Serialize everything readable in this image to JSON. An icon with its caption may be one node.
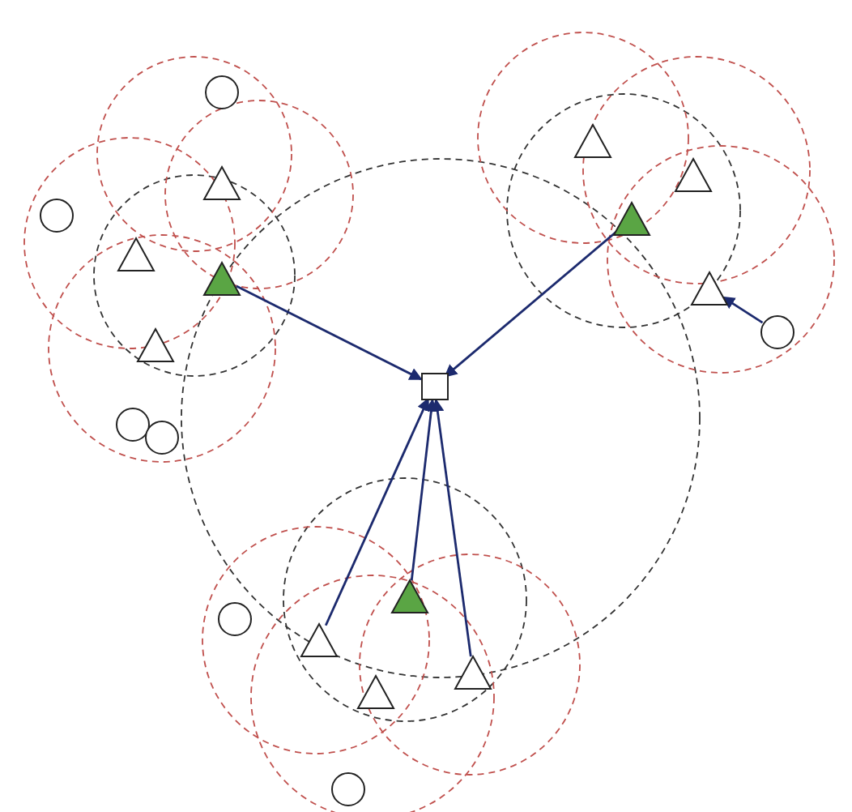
{
  "diagram": {
    "nodes": [
      {
        "text": [],
        "shape": "circle"
      },
      {
        "text": [],
        "shape": "triangle"
      },
      {
        "text": [],
        "shape": "triangle"
      },
      {
        "text": [],
        "shape": "triangle"
      },
      {
        "text": [],
        "shape": "triangle"
      },
      {
        "text": [],
        "shape": "triangle"
      },
      {
        "text": [],
        "shape": "circle"
      },
      {
        "text": [],
        "shape": "triangle"
      },
      {
        "text": [],
        "shape": "triangle"
      },
      {
        "text": [],
        "shape": "circle"
      },
      {
        "text": [],
        "shape": "triangle"
      },
      {
        "text": [],
        "shape": "box"
      },
      {
        "text": [],
        "shape": "circle"
      },
      {
        "text": [],
        "shape": "circle"
      },
      {
        "text": [],
        "shape": "triangle"
      },
      {
        "text": [],
        "shape": "circle"
      },
      {
        "text": [],
        "shape": "triangle"
      },
      {
        "text": [],
        "shape": "triangle"
      },
      {
        "text": [],
        "shape": "triangle"
      },
      {
        "text": [],
        "shape": "circle"
      }
    ],
    "edges": [
      {
        "from": 5,
        "to": 11,
        "arrow": "to"
      },
      {
        "from": 7,
        "to": 11,
        "arrow": "to"
      },
      {
        "from": 9,
        "to": 8,
        "arrow": "to"
      },
      {
        "from": 16,
        "to": 11,
        "arrow": "to"
      },
      {
        "from": 14,
        "to": 11,
        "arrow": "to"
      },
      {
        "from": 18,
        "to": 11,
        "arrow": "to"
      }
    ]
  }
}
